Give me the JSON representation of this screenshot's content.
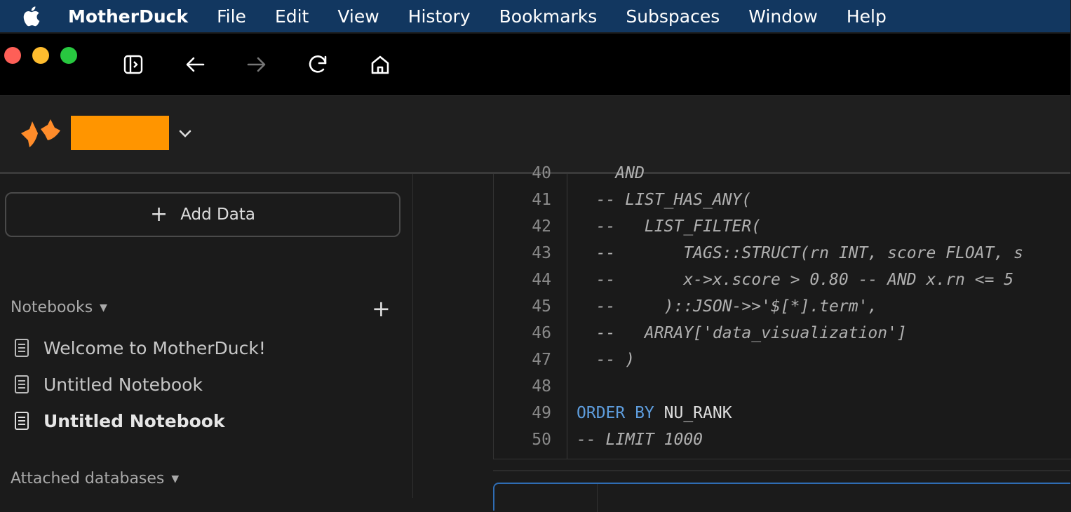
{
  "menubar": {
    "app_name": "MotherDuck",
    "items": [
      "File",
      "Edit",
      "View",
      "History",
      "Bookmarks",
      "Subspaces",
      "Window",
      "Help"
    ]
  },
  "toolbar": {
    "icons": [
      "sidebar-toggle-icon",
      "back-arrow-icon",
      "forward-arrow-icon",
      "reload-icon",
      "home-icon"
    ]
  },
  "colors": {
    "menubar_bg": "#123760",
    "accent_orange": "#ff9500",
    "keyword_blue": "#5e9ddd"
  },
  "sidebar": {
    "add_data_label": "Add Data",
    "notebooks_heading": "Notebooks",
    "notebooks": [
      {
        "label": "Welcome to MotherDuck!",
        "active": false
      },
      {
        "label": "Untitled Notebook",
        "active": false
      },
      {
        "label": "Untitled Notebook",
        "active": true
      }
    ],
    "attached_heading": "Attached databases"
  },
  "editor": {
    "lines": [
      {
        "n": "40",
        "text": "    AND",
        "style": "comment"
      },
      {
        "n": "41",
        "text": "  -- LIST_HAS_ANY(",
        "style": "comment"
      },
      {
        "n": "42",
        "text": "  --   LIST_FILTER(",
        "style": "comment"
      },
      {
        "n": "43",
        "text": "  --       TAGS::STRUCT(rn INT, score FLOAT, s",
        "style": "comment"
      },
      {
        "n": "44",
        "text": "  --       x->x.score > 0.80 -- AND x.rn <= 5",
        "style": "comment"
      },
      {
        "n": "45",
        "text": "  --     )::JSON->>'$[*].term',",
        "style": "comment"
      },
      {
        "n": "46",
        "text": "  --   ARRAY['data_visualization']",
        "style": "comment"
      },
      {
        "n": "47",
        "text": "  -- )",
        "style": "comment"
      },
      {
        "n": "48",
        "text": "",
        "style": "comment"
      },
      {
        "n": "49",
        "kw": "ORDER BY",
        "text": " NU_RANK",
        "style": "sql"
      },
      {
        "n": "50",
        "text": "-- LIMIT 1000",
        "style": "comment"
      }
    ]
  }
}
